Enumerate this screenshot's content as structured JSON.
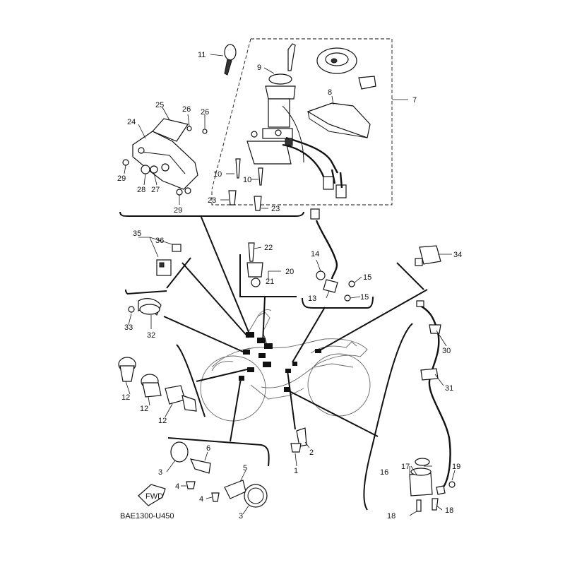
{
  "diagram": {
    "code": "BAE1300-U450",
    "fwd_label": "FWD"
  },
  "callouts": {
    "c1": "1",
    "c2": "2",
    "c3a": "3",
    "c3b": "3",
    "c4a": "4",
    "c4b": "4",
    "c5": "5",
    "c6": "6",
    "c7": "7",
    "c8": "8",
    "c9": "9",
    "c10a": "10",
    "c10b": "10",
    "c11": "11",
    "c12a": "12",
    "c12b": "12",
    "c12c": "12",
    "c13": "13",
    "c14": "14",
    "c15a": "15",
    "c15b": "15",
    "c16": "16",
    "c17": "17",
    "c18a": "18",
    "c18b": "18",
    "c19": "19",
    "c20": "20",
    "c21": "21",
    "c22": "22",
    "c23a": "23",
    "c23b": "23",
    "c24": "24",
    "c25": "25",
    "c26a": "26",
    "c26b": "26",
    "c27": "27",
    "c28": "28",
    "c29a": "29",
    "c29b": "29",
    "c30": "30",
    "c31": "31",
    "c32": "32",
    "c33": "33",
    "c34": "34",
    "c35": "35",
    "c36": "36"
  }
}
